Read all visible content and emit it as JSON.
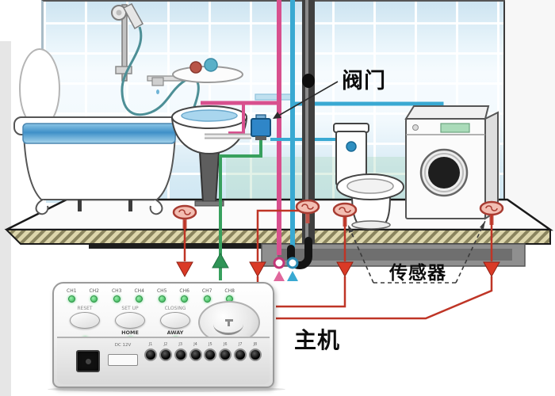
{
  "diagram": {
    "title_labels": {
      "valve": "阀门",
      "sensor": "传感器",
      "main_unit": "主机"
    },
    "colors": {
      "hot_pipe": "#d8508e",
      "cold_pipe": "#39a9d2",
      "drain_pipe": "#3f3f3f",
      "control_line": "#38a05e",
      "sensor_wire": "#bf3526",
      "arrow_red": "#da3a26",
      "valve_body": "#2f86c8",
      "led_green": "#2fae4e",
      "tile_blue": "#cde4f1",
      "floor_hatch": "#ddd6ac"
    },
    "unit": {
      "channels": [
        "CH1",
        "CH2",
        "CH3",
        "CH4",
        "CH5",
        "CH6",
        "CH7",
        "CH8"
      ],
      "buttons": [
        {
          "top": "RESET",
          "bottom": ""
        },
        {
          "top": "SET UP",
          "bottom": "HOME"
        },
        {
          "top": "CLOSING",
          "bottom": "AWAY"
        }
      ],
      "power_label": "DC 12V",
      "jacks": [
        "J1",
        "J2",
        "J3",
        "J4",
        "J5",
        "J6",
        "J7",
        "J8"
      ]
    }
  }
}
